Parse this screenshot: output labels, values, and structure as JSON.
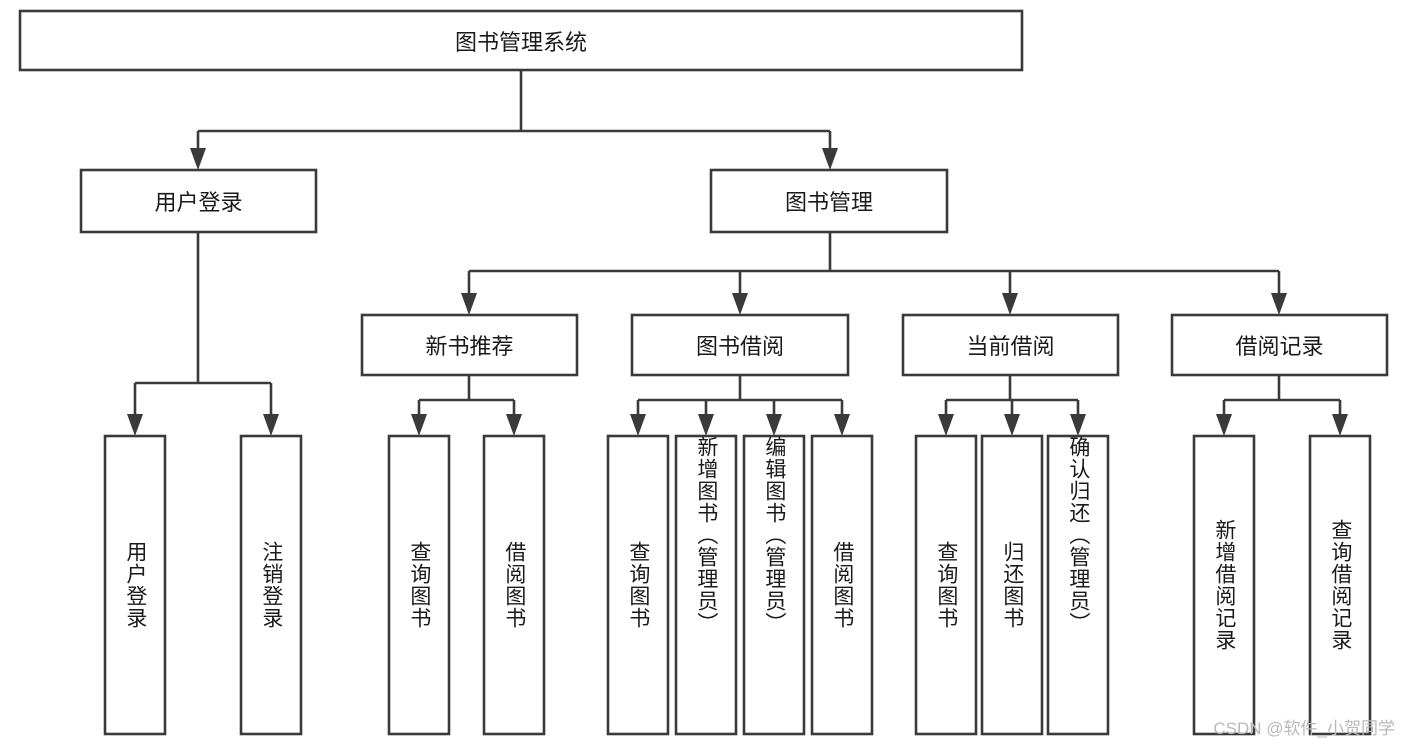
{
  "diagram": {
    "title": "图书管理系统",
    "type": "function-structure-tree",
    "root": {
      "id": "root",
      "label": "图书管理系统",
      "orientation": "horizontal"
    },
    "level2": [
      {
        "id": "user-login",
        "label": "用户登录",
        "orientation": "horizontal"
      },
      {
        "id": "book-manage",
        "label": "图书管理",
        "orientation": "horizontal"
      }
    ],
    "level3": [
      {
        "id": "new-book-recommend",
        "label": "新书推荐",
        "parent": "book-manage",
        "orientation": "horizontal"
      },
      {
        "id": "book-borrow",
        "label": "图书借阅",
        "parent": "book-manage",
        "orientation": "horizontal"
      },
      {
        "id": "current-borrow",
        "label": "当前借阅",
        "parent": "book-manage",
        "orientation": "horizontal"
      },
      {
        "id": "borrow-record",
        "label": "借阅记录",
        "parent": "book-manage",
        "orientation": "horizontal"
      }
    ],
    "leaves": [
      {
        "id": "leaf-user-login",
        "label": "用户登录",
        "parent": "user-login",
        "orientation": "vertical"
      },
      {
        "id": "leaf-logout",
        "label": "注销登录",
        "parent": "user-login",
        "orientation": "vertical"
      },
      {
        "id": "leaf-query-book-1",
        "label": "查询图书",
        "parent": "new-book-recommend",
        "orientation": "vertical"
      },
      {
        "id": "leaf-borrow-book-1",
        "label": "借阅图书",
        "parent": "new-book-recommend",
        "orientation": "vertical"
      },
      {
        "id": "leaf-query-book-2",
        "label": "查询图书",
        "parent": "book-borrow",
        "orientation": "vertical"
      },
      {
        "id": "leaf-add-book",
        "label": "新增图书（管理员）",
        "parent": "book-borrow",
        "orientation": "vertical"
      },
      {
        "id": "leaf-edit-book",
        "label": "编辑图书（管理员）",
        "parent": "book-borrow",
        "orientation": "vertical"
      },
      {
        "id": "leaf-borrow-book-2",
        "label": "借阅图书",
        "parent": "book-borrow",
        "orientation": "vertical"
      },
      {
        "id": "leaf-query-book-3",
        "label": "查询图书",
        "parent": "current-borrow",
        "orientation": "vertical"
      },
      {
        "id": "leaf-return-book",
        "label": "归还图书",
        "parent": "current-borrow",
        "orientation": "vertical"
      },
      {
        "id": "leaf-confirm-return",
        "label": "确认归还（管理员）",
        "parent": "current-borrow",
        "orientation": "vertical"
      },
      {
        "id": "leaf-add-record",
        "label": "新增借阅记录",
        "parent": "borrow-record",
        "orientation": "vertical"
      },
      {
        "id": "leaf-query-record",
        "label": "查询借阅记录",
        "parent": "borrow-record",
        "orientation": "vertical"
      }
    ],
    "watermark": "CSDN @软件_小贺同学",
    "colors": {
      "stroke": "#3a3a3a",
      "box_fill": "#ffffff",
      "text": "#1a1a1a",
      "background": "#ffffff",
      "watermark": "#b9b9b9"
    }
  }
}
